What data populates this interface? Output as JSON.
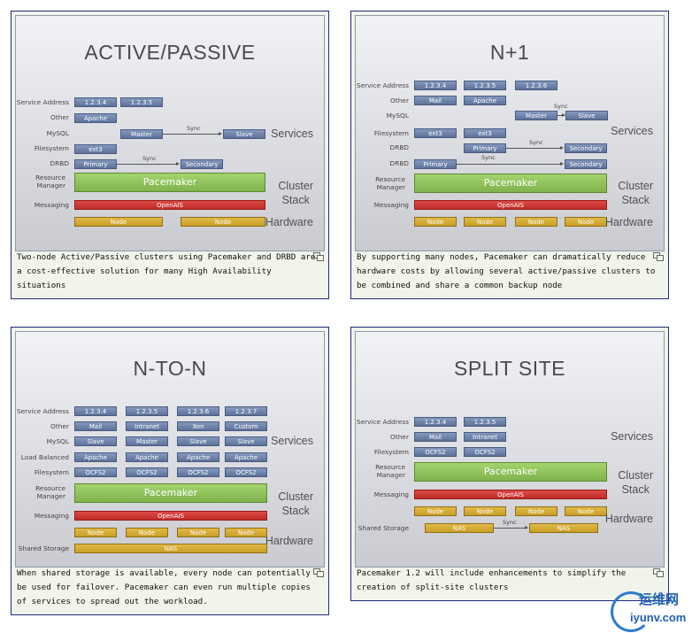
{
  "panels": [
    {
      "title": "ACTIVE/PASSIVE",
      "caption": "Two-node Active/Passive clusters using Pacemaker and DRBD are a cost-effective solution for many High Availability situations",
      "labels": [
        "Service Address",
        "Other",
        "MySQL",
        "Filesystem",
        "DRBD",
        "Resource Manager",
        "Messaging"
      ],
      "boxes": {
        "ip1": "1.2.3.4",
        "ip2": "1.2.3.5",
        "apache": "Apache",
        "master": "Master",
        "slave": "Slave",
        "ext3": "ext3",
        "primary": "Primary",
        "secondary": "Secondary",
        "pacemaker": "Pacemaker",
        "openais": "OpenAIS",
        "node1": "Node",
        "node2": "Node"
      },
      "sync1": "Sync",
      "sync2": "Sync",
      "right": {
        "services": "Services",
        "cluster1": "Cluster",
        "cluster2": "Stack",
        "hardware": "Hardware"
      }
    },
    {
      "title": "N+1",
      "caption": "By supporting many nodes, Pacemaker can dramatically reduce hardware costs by allowing several active/passive clusters to be combined and share a common backup node",
      "labels": [
        "Service Address",
        "Other",
        "MySQL",
        "Filesystem",
        "DRBD",
        "DRBD",
        "Resource Manager",
        "Messaging"
      ],
      "boxes": {
        "ip1": "1.2.3.4",
        "ip2": "1.2.3.5",
        "ip3": "1.2.3.6",
        "mail": "Mail",
        "apache": "Apache",
        "master": "Master",
        "slave": "Slave",
        "ext3a": "ext3",
        "ext3b": "ext3",
        "primary1": "Primary",
        "secondary1": "Secondary",
        "primary2": "Primary",
        "secondary2": "Secondary",
        "pacemaker": "Pacemaker",
        "openais": "OpenAIS",
        "node1": "Node",
        "node2": "Node",
        "node3": "Node",
        "node4": "Node"
      },
      "sync1": "Sync",
      "sync2": "Sync",
      "sync3": "Sync",
      "right": {
        "services": "Services",
        "cluster1": "Cluster",
        "cluster2": "Stack",
        "hardware": "Hardware"
      }
    },
    {
      "title": "N-TO-N",
      "caption": "When shared storage is available, every node can potentially be used for failover. Pacemaker can even run multiple copies of services to spread out the workload.",
      "labels": [
        "Service Address",
        "Other",
        "MySQL",
        "Load Balanced",
        "Filesystem",
        "Resource Manager",
        "Messaging",
        "Shared Storage"
      ],
      "grid": [
        [
          "1.2.3.4",
          "1.2.3.5",
          "1.2.3.6",
          "1.2.3.7"
        ],
        [
          "Mail",
          "Intranet",
          "Xen",
          "Custom"
        ],
        [
          "Slave",
          "Master",
          "Slave",
          "Slave"
        ],
        [
          "Apache",
          "Apache",
          "Apache",
          "Apache"
        ],
        [
          "OCFS2",
          "OCFS2",
          "OCFS2",
          "OCFS2"
        ]
      ],
      "boxes": {
        "pacemaker": "Pacemaker",
        "openais": "OpenAIS",
        "node": "Node",
        "nas": "NAS"
      },
      "right": {
        "services": "Services",
        "cluster1": "Cluster",
        "cluster2": "Stack",
        "hardware": "Hardware"
      }
    },
    {
      "title": "SPLIT SITE",
      "caption": "Pacemaker 1.2 will include enhancements to simplify the creation of split-site clusters",
      "labels": [
        "Service Address",
        "Other",
        "Filesystem",
        "Resource Manager",
        "Messaging",
        "Shared Storage"
      ],
      "grid": [
        [
          "1.2.3.4",
          "1.2.3.5"
        ],
        [
          "Mail",
          "Intranet"
        ],
        [
          "OCFS2",
          "OCFS2"
        ]
      ],
      "boxes": {
        "pacemaker": "Pacemaker",
        "openais": "OpenAIS",
        "node": "Node",
        "nas1": "NAS",
        "nas2": "NAS"
      },
      "sync1": "Sync",
      "right": {
        "services": "Services",
        "cluster1": "Cluster",
        "cluster2": "Stack",
        "hardware": "Hardware"
      }
    }
  ],
  "watermark": {
    "cn": "运维网",
    "en": "iyunv.com"
  }
}
